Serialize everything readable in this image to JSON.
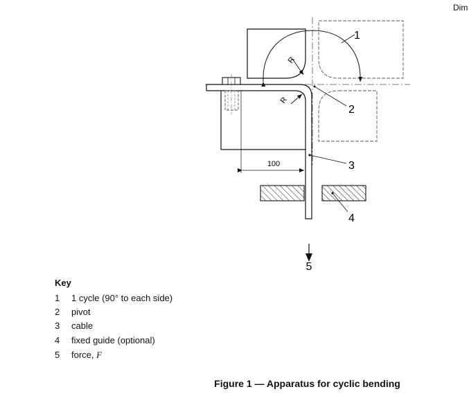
{
  "header": {
    "dim_label": "Dim"
  },
  "diagram": {
    "callouts": {
      "c1": "1",
      "c2": "2",
      "c3": "3",
      "c4": "4",
      "c5": "5"
    },
    "radius_label_top": "R",
    "radius_label_bottom": "R",
    "dimension_value": "100"
  },
  "key": {
    "title": "Key",
    "items": [
      {
        "num": "1",
        "text": "1 cycle (90° to each side)",
        "symbol": ""
      },
      {
        "num": "2",
        "text": "pivot",
        "symbol": ""
      },
      {
        "num": "3",
        "text": "cable",
        "symbol": ""
      },
      {
        "num": "4",
        "text": "fixed guide (optional)",
        "symbol": ""
      },
      {
        "num": "5",
        "text": "force, ",
        "symbol": "F"
      }
    ]
  },
  "caption": "Figure 1 — Apparatus for cyclic bending"
}
